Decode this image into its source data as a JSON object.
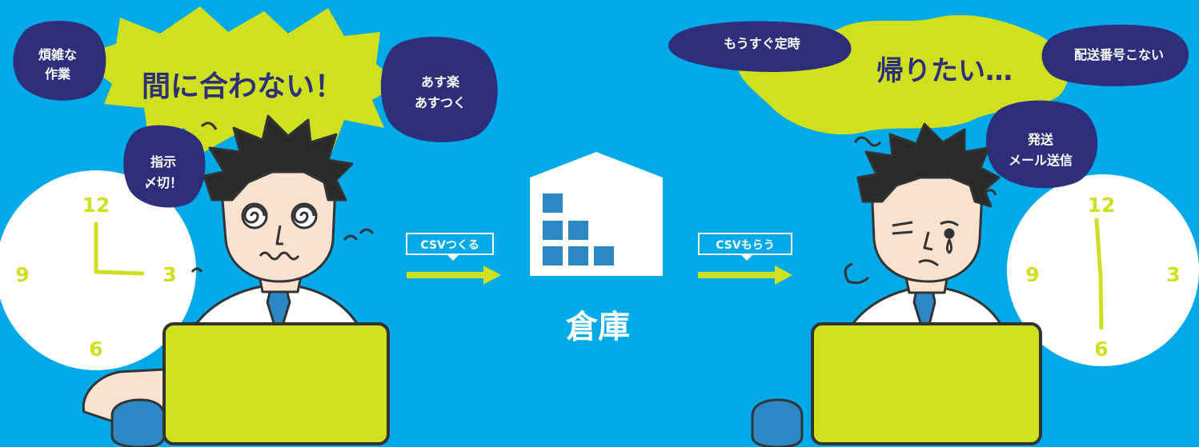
{
  "colors": {
    "background": "#00a9e8",
    "accent_lime": "#cfe01f",
    "cloud_navy": "#2f2e7a",
    "warehouse_blue": "#2b88c4",
    "outline": "#333333"
  },
  "left_scene": {
    "main_thought": "間に合わない！",
    "bubbles": {
      "tedious_work_line1": "煩雑な",
      "tedious_work_line2": "作業",
      "asuraku_line1": "あす楽",
      "asuraku_line2": "あすつく",
      "deadline_line1": "指示",
      "deadline_line2": "〆切！"
    },
    "clock": {
      "n12": "12",
      "n3": "3",
      "n6": "6",
      "n9": "9"
    }
  },
  "flow": {
    "step1_label": "CSVつくる",
    "step2_label": "CSVもらう",
    "warehouse_label": "倉庫"
  },
  "right_scene": {
    "main_thought": "帰りたい…",
    "bubbles": {
      "near_closing": "もうすぐ定時",
      "no_tracking": "配送番号こない",
      "ship_mail_line1": "発送",
      "ship_mail_line2": "メール送信"
    },
    "clock": {
      "n12": "12",
      "n3": "3",
      "n6": "6",
      "n9": "9"
    }
  }
}
